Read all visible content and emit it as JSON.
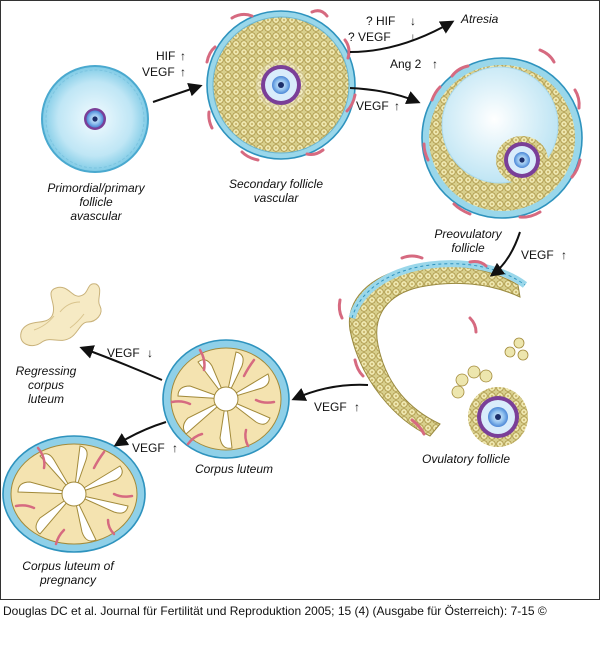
{
  "labels": {
    "primordial": [
      "Primordial/primary",
      "follicle",
      "avascular"
    ],
    "secondary": [
      "Secondary follicle",
      "vascular"
    ],
    "preovulatory": [
      "Preovulatory",
      "follicle"
    ],
    "ovulatory": "Ovulatory follicle",
    "corpus_luteum": "Corpus luteum",
    "regressing": [
      "Regressing",
      "corpus",
      "luteum"
    ],
    "pregnancy": [
      "Corpus luteum of",
      "pregnancy"
    ],
    "atresia": "Atresia"
  },
  "arrows": {
    "a1": [
      "HIF",
      "VEGF"
    ],
    "a_atresia": [
      "? HIF",
      "? VEGF"
    ],
    "ang2": "Ang 2",
    "a2": "VEGF",
    "a3": "VEGF",
    "a4": "VEGF",
    "a5": "VEGF",
    "a6": "VEGF"
  },
  "caption": "Douglas DC et al. Journal für Fertilität und Reproduktion 2005; 15 (4) (Ausgabe für Österreich): 7-15 ©",
  "colors": {
    "frame": "#333333",
    "cell_fill": "#e9e2a8",
    "cell_stroke": "#a28a3a",
    "theca": "#9ad7ea",
    "antrum": "#dff3fb",
    "vessel": "#d66a80",
    "oocyte_ring": "#7a3f98",
    "oocyte": "#2f62b8",
    "luteal": "#f4e3b0"
  }
}
